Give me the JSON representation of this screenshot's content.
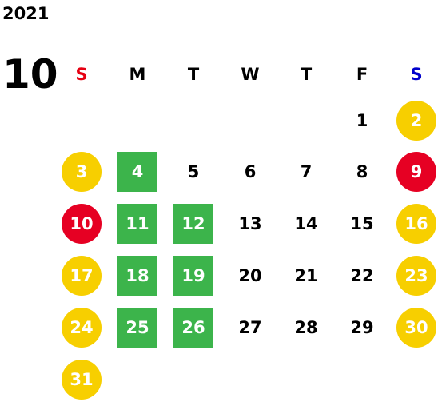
{
  "calendar": {
    "year": "2021",
    "month": "10",
    "weekdays": [
      {
        "label": "S",
        "color": "#e60012"
      },
      {
        "label": "M",
        "color": "#000000"
      },
      {
        "label": "T",
        "color": "#000000"
      },
      {
        "label": "W",
        "color": "#000000"
      },
      {
        "label": "T",
        "color": "#000000"
      },
      {
        "label": "F",
        "color": "#000000"
      },
      {
        "label": "S",
        "color": "#0000cc"
      }
    ],
    "colors": {
      "yellow": "#f7cf00",
      "red": "#e60023",
      "green": "#3cb44b"
    },
    "days": [
      {
        "n": "1",
        "col": 5,
        "row": 0,
        "style": "plain"
      },
      {
        "n": "2",
        "col": 6,
        "row": 0,
        "style": "yellow"
      },
      {
        "n": "3",
        "col": 0,
        "row": 1,
        "style": "yellow"
      },
      {
        "n": "4",
        "col": 1,
        "row": 1,
        "style": "green"
      },
      {
        "n": "5",
        "col": 2,
        "row": 1,
        "style": "plain"
      },
      {
        "n": "6",
        "col": 3,
        "row": 1,
        "style": "plain"
      },
      {
        "n": "7",
        "col": 4,
        "row": 1,
        "style": "plain"
      },
      {
        "n": "8",
        "col": 5,
        "row": 1,
        "style": "plain"
      },
      {
        "n": "9",
        "col": 6,
        "row": 1,
        "style": "red"
      },
      {
        "n": "10",
        "col": 0,
        "row": 2,
        "style": "red"
      },
      {
        "n": "11",
        "col": 1,
        "row": 2,
        "style": "green"
      },
      {
        "n": "12",
        "col": 2,
        "row": 2,
        "style": "green"
      },
      {
        "n": "13",
        "col": 3,
        "row": 2,
        "style": "plain"
      },
      {
        "n": "14",
        "col": 4,
        "row": 2,
        "style": "plain"
      },
      {
        "n": "15",
        "col": 5,
        "row": 2,
        "style": "plain"
      },
      {
        "n": "16",
        "col": 6,
        "row": 2,
        "style": "yellow"
      },
      {
        "n": "17",
        "col": 0,
        "row": 3,
        "style": "yellow"
      },
      {
        "n": "18",
        "col": 1,
        "row": 3,
        "style": "green"
      },
      {
        "n": "19",
        "col": 2,
        "row": 3,
        "style": "green"
      },
      {
        "n": "20",
        "col": 3,
        "row": 3,
        "style": "plain"
      },
      {
        "n": "21",
        "col": 4,
        "row": 3,
        "style": "plain"
      },
      {
        "n": "22",
        "col": 5,
        "row": 3,
        "style": "plain"
      },
      {
        "n": "23",
        "col": 6,
        "row": 3,
        "style": "yellow"
      },
      {
        "n": "24",
        "col": 0,
        "row": 4,
        "style": "yellow"
      },
      {
        "n": "25",
        "col": 1,
        "row": 4,
        "style": "green"
      },
      {
        "n": "26",
        "col": 2,
        "row": 4,
        "style": "green"
      },
      {
        "n": "27",
        "col": 3,
        "row": 4,
        "style": "plain"
      },
      {
        "n": "28",
        "col": 4,
        "row": 4,
        "style": "plain"
      },
      {
        "n": "29",
        "col": 5,
        "row": 4,
        "style": "plain"
      },
      {
        "n": "30",
        "col": 6,
        "row": 4,
        "style": "yellow"
      },
      {
        "n": "31",
        "col": 0,
        "row": 5,
        "style": "yellow"
      }
    ]
  }
}
